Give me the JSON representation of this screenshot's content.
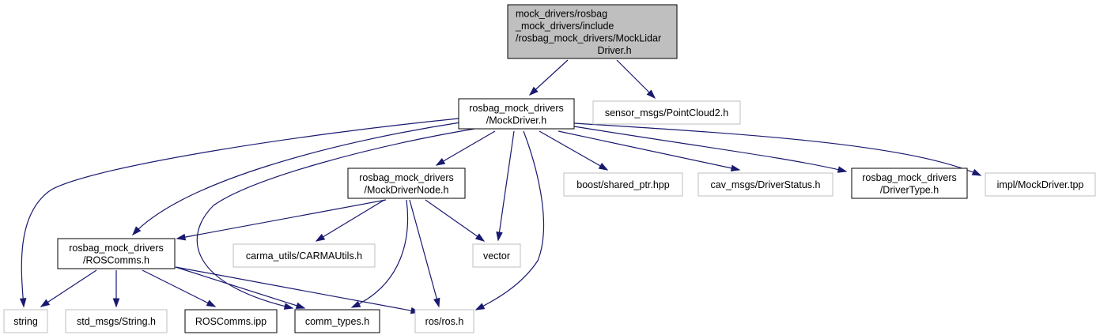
{
  "colors": {
    "edge": "#191970",
    "root_fill": "#bfbfbf",
    "documented_border": "#000000",
    "external_border": "#bfbfbf",
    "external_text": "#404040",
    "background": "#ffffff"
  },
  "nodes": {
    "root": {
      "lines": [
        "mock_drivers/rosbag",
        "_mock_drivers/include",
        "/rosbag_mock_drivers/MockLidar",
        "Driver.h"
      ],
      "kind": "root"
    },
    "mockdriver": {
      "lines": [
        "rosbag_mock_drivers",
        "/MockDriver.h"
      ],
      "kind": "documented"
    },
    "pointcloud2": {
      "lines": [
        "sensor_msgs/PointCloud2.h"
      ],
      "kind": "external"
    },
    "mockdrivernode": {
      "lines": [
        "rosbag_mock_drivers",
        "/MockDriverNode.h"
      ],
      "kind": "documented"
    },
    "shared_ptr": {
      "lines": [
        "boost/shared_ptr.hpp"
      ],
      "kind": "external"
    },
    "driverstatus": {
      "lines": [
        "cav_msgs/DriverStatus.h"
      ],
      "kind": "external"
    },
    "drivertype": {
      "lines": [
        "rosbag_mock_drivers",
        "/DriverType.h"
      ],
      "kind": "documented"
    },
    "mockdriver_tpp": {
      "lines": [
        "impl/MockDriver.tpp"
      ],
      "kind": "external"
    },
    "roscomms": {
      "lines": [
        "rosbag_mock_drivers",
        "/ROSComms.h"
      ],
      "kind": "documented"
    },
    "carmautils": {
      "lines": [
        "carma_utils/CARMAUtils.h"
      ],
      "kind": "external"
    },
    "vector": {
      "lines": [
        "vector"
      ],
      "kind": "external"
    },
    "string": {
      "lines": [
        "string"
      ],
      "kind": "external"
    },
    "std_string": {
      "lines": [
        "std_msgs/String.h"
      ],
      "kind": "external"
    },
    "roscomms_ipp": {
      "lines": [
        "ROSComms.ipp"
      ],
      "kind": "documented"
    },
    "comm_types": {
      "lines": [
        "comm_types.h"
      ],
      "kind": "documented"
    },
    "ros": {
      "lines": [
        "ros/ros.h"
      ],
      "kind": "external"
    }
  },
  "edges": [
    [
      "root",
      "mockdriver"
    ],
    [
      "root",
      "pointcloud2"
    ],
    [
      "mockdriver",
      "mockdrivernode"
    ],
    [
      "mockdriver",
      "shared_ptr"
    ],
    [
      "mockdriver",
      "driverstatus"
    ],
    [
      "mockdriver",
      "drivertype"
    ],
    [
      "mockdriver",
      "mockdriver_tpp"
    ],
    [
      "mockdriver",
      "roscomms"
    ],
    [
      "mockdriver",
      "string"
    ],
    [
      "mockdriver",
      "comm_types"
    ],
    [
      "mockdriver",
      "vector"
    ],
    [
      "mockdriver",
      "ros"
    ],
    [
      "mockdrivernode",
      "roscomms"
    ],
    [
      "mockdrivernode",
      "carmautils"
    ],
    [
      "mockdrivernode",
      "vector"
    ],
    [
      "mockdrivernode",
      "comm_types"
    ],
    [
      "mockdrivernode",
      "ros"
    ],
    [
      "roscomms",
      "string"
    ],
    [
      "roscomms",
      "std_string"
    ],
    [
      "roscomms",
      "roscomms_ipp"
    ],
    [
      "roscomms",
      "comm_types"
    ],
    [
      "roscomms",
      "ros"
    ]
  ]
}
